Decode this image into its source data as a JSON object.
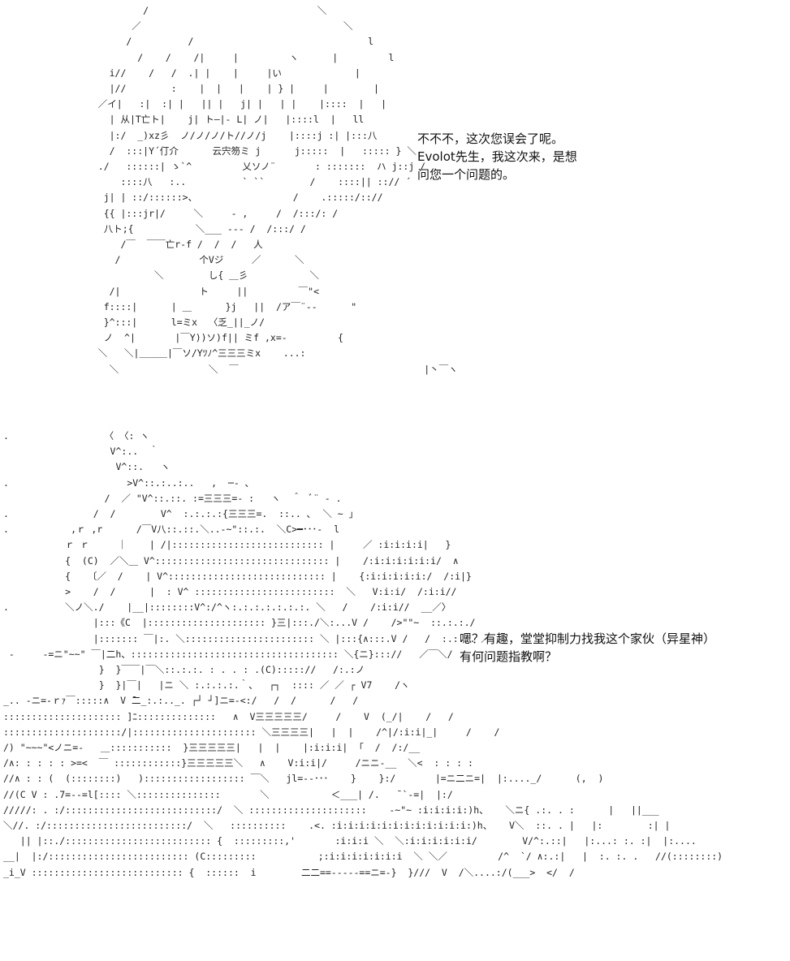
{
  "dialogue_1": {
    "lines": [
      " 不不不，这次您误会了呢。",
      "Evolot先生，我这次来，是想",
      " 问您一个问题的。"
    ]
  },
  "dialogue_2": {
    "lines": [
      "嗯？有趣，堂堂抑制力找我这个家伙（异星神）",
      "有何问题指教啊？"
    ]
  },
  "art_top": "           /                              ＼\n         ／                                    ＼\n        /          /                               l\n          /    /    /|     |         ヽ      |         l\n     i//    /   /  .| |    |     |い             |\n     |//        :    |  |   |    | } |     |        |\n   ／イ|   :|  :| |   || |   j| |   | |    |::::  |   |\n     | 从|T亡ト|    j| ト―|- L| ノ|   |::::l  |   ll\n     |:/  _)xz彡  ノ/ノ/ノ/ト//ノ/j    |::::j :| |:::八\n     /  :::|Y´仃介      云宍笏ミ j      j:::::  |   ::::: } ＼\n   ./   ::::::| ゝ`^         乂ソノ¨       : :::::::  ハ j::j /\n       ::::八   :..          ` ``        /    ::::|| ::// ´\n    j| | ::/::::::>、                 /    .:::::/:://\n    {{ |:::jr|/     ＼     ‐ ,     /  /:::/: /\n    八ト;{           ＼___ --- /  /:::/ /\n       /￣  ￣￣亡r-f /  /  /   人\n      /              个Vジ     ／      ＼\n             ＼        し{ ＿彡           ＼\n     /|              ト     ||         ￣\"<\n    f::::|      | ＿      }j   ||  /ア￣¨--      \"\n    }^:::|      l=ミx  〈乏_||_ノ/\n    ノ  ^|       |￣Y))ソ)f|| ミf ,x=-         {\n   ＼   ＼|＿＿＿|￣ソ/Yﾂﾉ^三三三ミx    ...:\n     ＼                ＼  ￣                                 |丶￣ヽ",
  "art_bottom": ".                 〈 〈: ヽ\n                   V^:..  ｀\n                    V^::.   ヽ\n.                     >V^::.:..:..   ,  ─- ､\n                  /  ／ \"V^::.::. :=三三三=- :   ヽ  ＾  ﾞ¨ - .\n.               /  /        V^  :.:.:.:{三三三=.  ::.. ､  ＼ ~ 」\n.           ,ｒ ,r      /￣V八::.::.＼..-~\"::.:.  ＼C>━･･･-  l\n           ｒ ｒ     ｜    | /|::::::::::::::::::::::::::: |     ／ :i:i:i:i|   }\n           {  (C)  ／＼＿ V^::::::::::::::::::::::::::::::: |    /:i:i:i:i:i:i/  ∧\n           {   〔／  /    | V^:::::::::::::::::::::::::::: |    {:i:i:i:i:i:/  /:i|}\n           >    /  /      |  : V^ :::::::::::::::::::::::::  ＼   V:i:i/  /:i:i//\n.          ＼ノ＼./    |__|::::::::V^:/^ヽ:.:.:.:.:.:.:. ＼   /    /:i:i//  __／〉\n                |:::《C  |::::::::::::::::::::: }三|:::./＼:...V /    />\"\"~  ::.:.:./\n                |::::::: ￣|:. ＼::::::::::::::::::::::: ＼ |:::{∧:::.V /   /  :.:.:. ／\n -     -=ニ\"~~\" ￣|二h、::::::::::::::::::::::::::::::::::::: ＼{ニ}::://   ／￣＼/\n                 }  }￣￣|￣＼::.:.:. : . . : .(C)::::://   /:.:ノ\n                 }  }|￣|   |ニ ＼ :.:.:.:.｀、  ┌┐  :::: ／ ／ ┌ V7    /ヽ\n_.. -ニ=-ｒｧ￣:::::∧  V ̄二_:.:.._. ┌┘ ┘]ニ=-<:/   /  /      /   /\n::::::::::::::::::::: ]ﾆ::::::::::::::   ∧  V三三三三三/     /    V  (_/|    /   /\n:::::::::::::::::::::/|:::::::::::::::::::::: ＼三三三三|   |  |    /^|/:i:i|_|     /    /\n/) \"~~~\"<ノニ=-   ＿:::::::::::  }三三三三三|   |  |    |:i:i:i|  ｢  /  /:/__\n/∧: : : : : >=<  ￣ ::::::::::::}三三三三三＼   ∧    V:i:i|/     /ニニ-__  ＼<  : : : :\n//∧ : : (  (::::::::)   ):::::::::::::::::: ￣＼   jl=--･･･    }    }:/       |=ニ二ニ=|  |:...._/      (,  )\n//(C V : .7=--=l[:::: ＼:::::::::::::::       ＼           ＜___| /.   ¯`-=|  |:/\n/////: . :/:::::::::::::::::::::::::::/  ＼ :::::::::::::::::::::    -~\"~ :i:i:i:i:)h、   ＼ニ{ .:. . :      |   ||___\n＼//. :/:::::::::::::::::::::::::/  ＼   ::::::::::    .<. :i:i:i:i:i:i:i:i:i:i:i:i:)h、   V＼  ::. . |   |:        :| |\n   || |::./:::::::::::::::::::::::::: {  :::::::::,'       :i:i:i ＼  ＼:i:i:i:i:i:i/        V/^:.::|   |:...: :. :|  |:....\n__|  |:/::::::::::::::::::::::::: (C:::::::::           ;:i:i:i:i:i:i:i  ＼ ＼／         /^  `/ ∧:.:|   |  :. :. .   //(::::::::)\n_i_V ::::::::::::::::::::::::::: {  ::::::  i        二二==‐‐‐‐‐==ニ=-}  }///  V  /＼....:/(___>  </  /"
}
